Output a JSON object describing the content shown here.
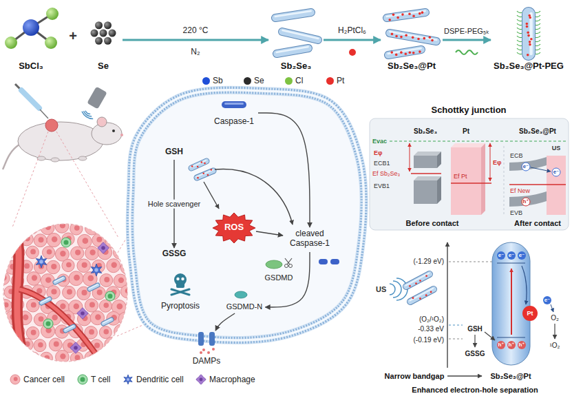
{
  "diagram": {
    "nodes": [
      {
        "text": [
          "SbCl₃"
        ]
      },
      {
        "text": [
          "Se"
        ]
      },
      {
        "text": [
          "Sb₂Se₃"
        ]
      },
      {
        "text": [
          "Sb₂Se₃@Pt"
        ]
      },
      {
        "text": [
          "Sb₂Se₃@Pt-PEG"
        ]
      },
      {
        "text": [
          "Caspase-1"
        ]
      },
      {
        "text": [
          "GSH"
        ]
      },
      {
        "text": [
          "GSSG"
        ]
      },
      {
        "text": [
          "ROS"
        ]
      },
      {
        "text": [
          "cleaved Caspase-1"
        ]
      },
      {
        "text": [
          "Pyroptosis"
        ]
      },
      {
        "text": [
          "GSDMD"
        ]
      },
      {
        "text": [
          "GSDMD-N"
        ]
      },
      {
        "text": [
          "DAMPs"
        ]
      }
    ],
    "edges": [
      {
        "from": 1,
        "to": 2,
        "arrow": "to",
        "label": "220 °C"
      },
      {
        "from": 2,
        "to": 3,
        "arrow": "to",
        "label": "H₂PtCl₆"
      },
      {
        "from": 3,
        "to": 4,
        "arrow": "to",
        "label": "DSPE-PEG₅ₖ"
      },
      {
        "from": 6,
        "to": 7,
        "arrow": "to",
        "label": "Hole scavenger"
      },
      {
        "from": 5,
        "to": 9,
        "arrow": "to"
      },
      {
        "from": 8,
        "to": 9,
        "arrow": "to"
      },
      {
        "from": 9,
        "to": 12,
        "arrow": "to"
      },
      {
        "from": 12,
        "to": 13,
        "arrow": "to"
      }
    ],
    "labels": [
      "+",
      "N₂",
      "Schottky junction",
      "Sb₂Se₃",
      "Pt",
      "Sb₂Se₃@Pt",
      "Evac",
      "Eφ",
      "ECB1",
      "Ef Sb₂Se₃",
      "EVB1",
      "Ef Pt",
      "Eφ",
      "ECB",
      "e⁻",
      "e⁻",
      "US",
      "Ef New",
      "h⁺",
      "EVB",
      "Before contact",
      "After contact",
      "US",
      "(-1.29 eV)",
      "(O₂/¹O₂)",
      "-0.33 eV",
      "(-0.19 eV)",
      "e⁻",
      "e⁻",
      "e⁻",
      "Pt",
      "e⁻",
      "O₂",
      "¹O₂",
      "GSH",
      "h⁺",
      "h⁺",
      "h⁺",
      "GSSG",
      "Narrow bandgap",
      "Sb₂Se₃@Pt",
      "Enhanced electron-hole separation"
    ],
    "legend": [
      {
        "text": "Sb",
        "color": "#1f4fd8"
      },
      {
        "text": "Se",
        "color": "#2b2b2b"
      },
      {
        "text": "Cl",
        "color": "#7ec242"
      },
      {
        "text": "Pt",
        "color": "#e8302c"
      },
      {
        "text": "Cancer cell"
      },
      {
        "text": "T cell"
      },
      {
        "text": "Dendritic cell"
      },
      {
        "text": "Macrophage"
      }
    ]
  }
}
